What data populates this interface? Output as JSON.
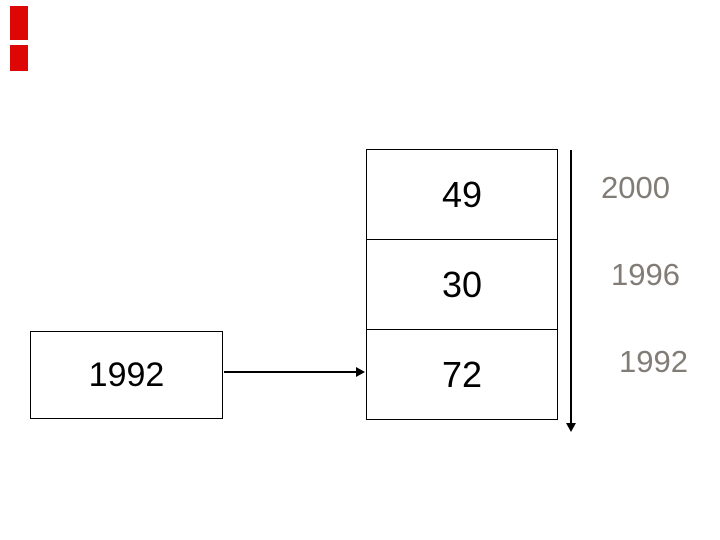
{
  "colors": {
    "accent_red": "#dd0806",
    "year_label_gray": "#827c76",
    "line_black": "#000000",
    "background": "#ffffff"
  },
  "source_box": {
    "label": "1992"
  },
  "stack": {
    "rows": [
      {
        "value": "49",
        "year": "2000"
      },
      {
        "value": "30",
        "year": "1996"
      },
      {
        "value": "72",
        "year": "1992"
      }
    ]
  },
  "timeline": {
    "year_labels": [
      {
        "label": "2000"
      },
      {
        "label": "1996"
      },
      {
        "label": "1992"
      }
    ]
  },
  "icons": {
    "horizontal_connector": "arrow-right",
    "vertical_timeline": "arrow-down"
  }
}
